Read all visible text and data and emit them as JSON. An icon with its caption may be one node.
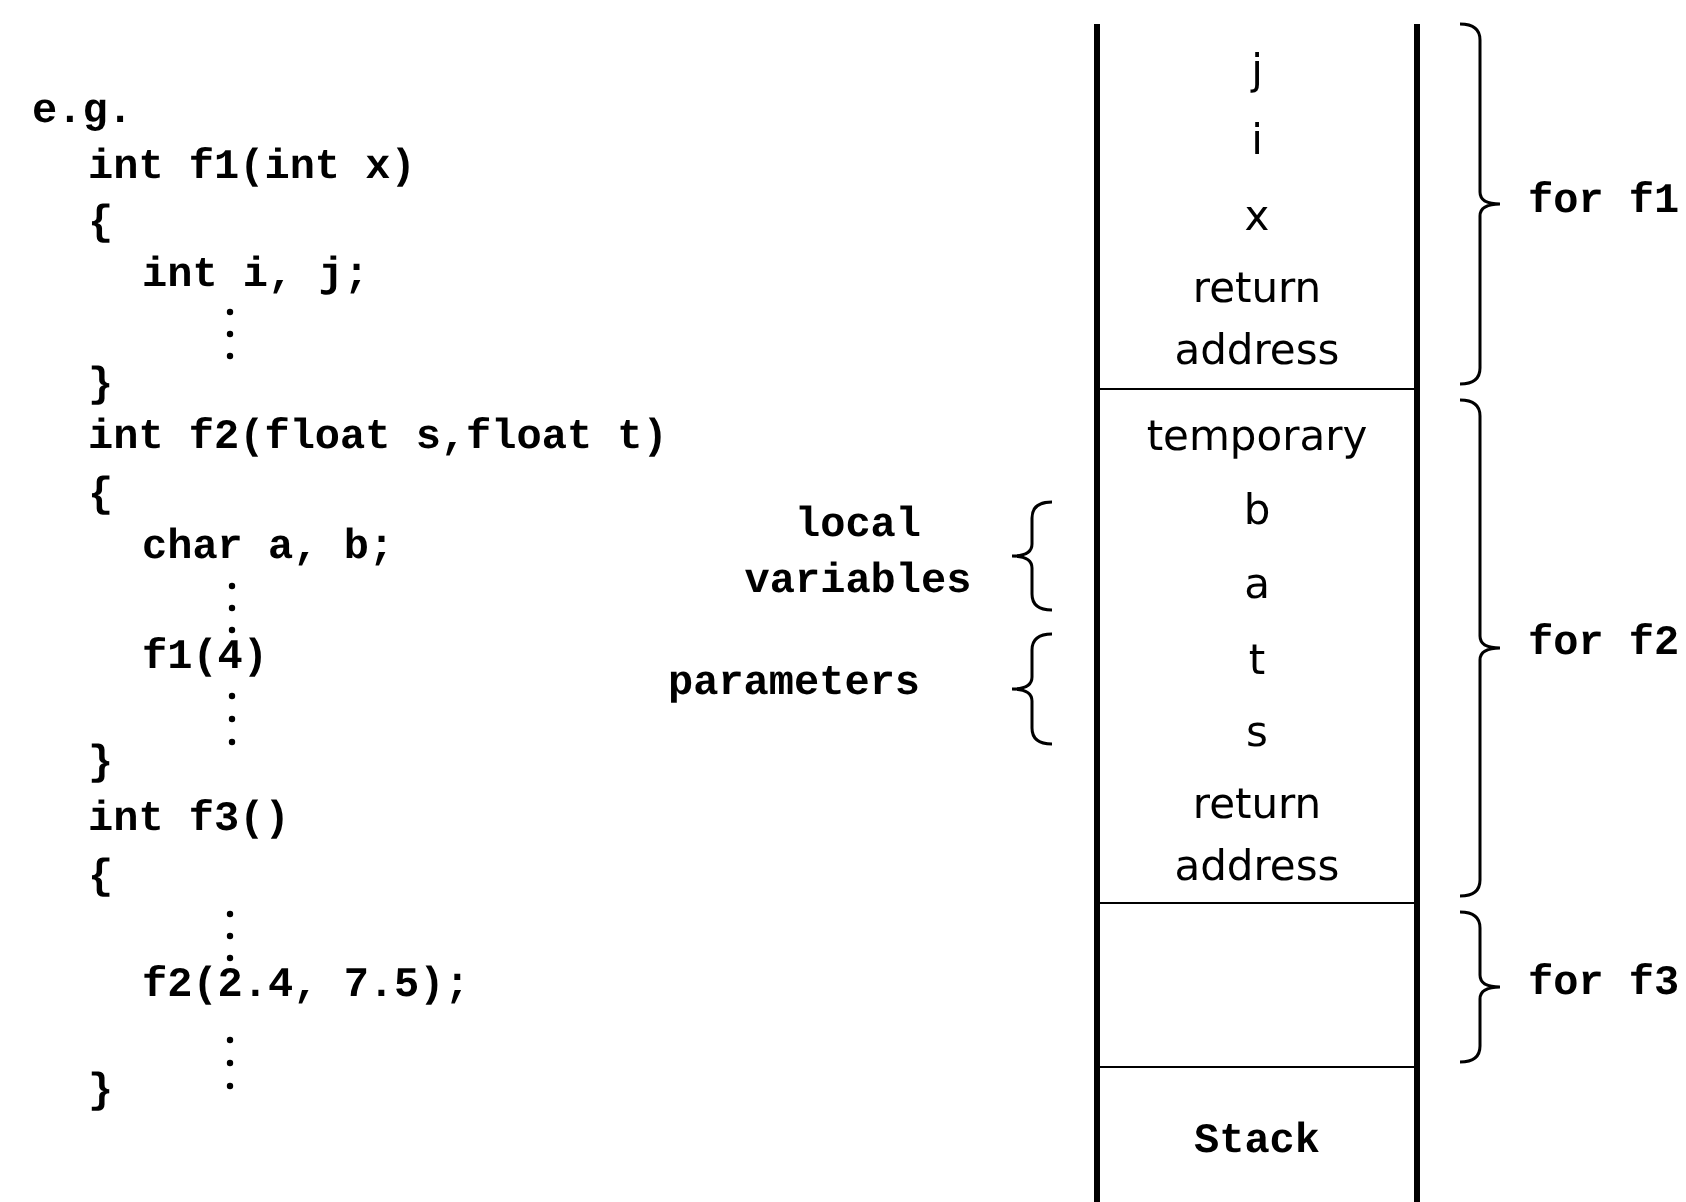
{
  "diagram": {
    "nodes": [
      {
        "text": [
          "j",
          "i",
          "x",
          "return address"
        ],
        "beside": [
          "for f1"
        ]
      },
      {
        "text": [
          "temporary",
          "b",
          "a",
          "t",
          "s",
          "return address"
        ],
        "beside": [
          "for f2"
        ]
      },
      {
        "text": [],
        "shape": "box",
        "beside": [
          "for f3"
        ]
      },
      {
        "text": [
          "Stack"
        ]
      }
    ],
    "labels": [
      "e.g.",
      "int f1(int x)",
      "{",
      "int i, j;",
      "}",
      "int f2(float s,float t)",
      "{",
      "char a, b;",
      "f1(4)",
      "}",
      "int f3()",
      "{",
      "f2(2.4, 7.5);",
      "}",
      "local variables",
      "parameters"
    ]
  }
}
